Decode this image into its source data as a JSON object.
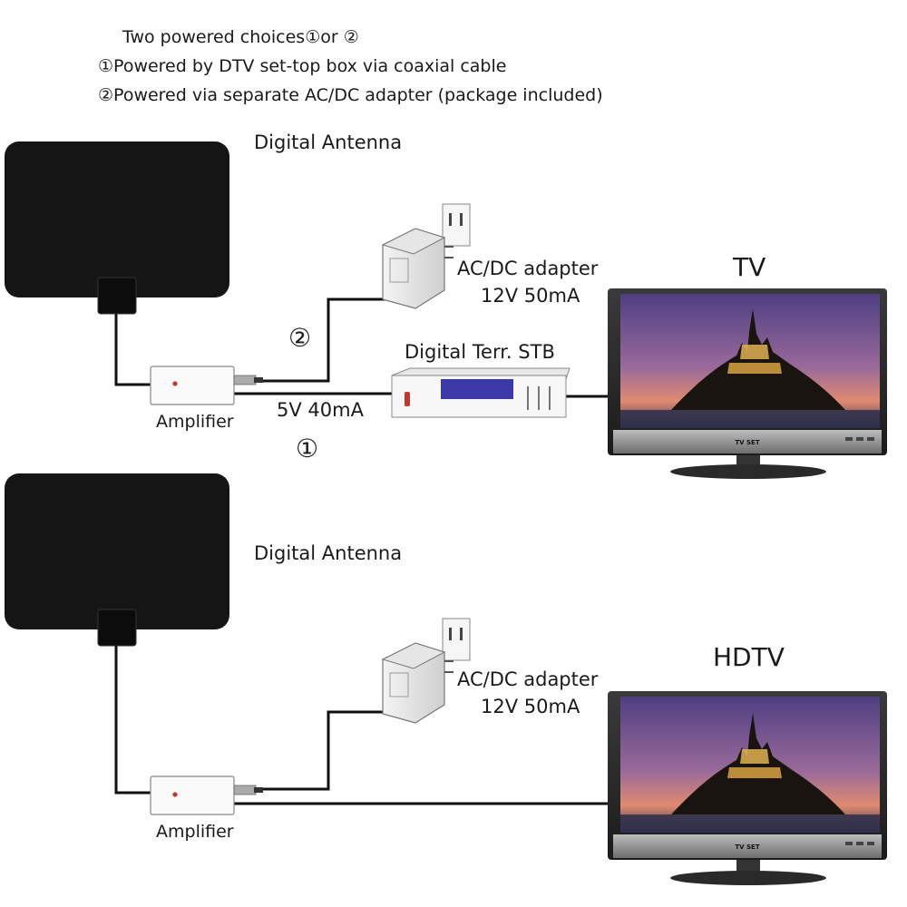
{
  "notes": {
    "line1": "Two powered choices①or ②",
    "line2": "①Powered by DTV set-top box via coaxial cable",
    "line3": "②Powered via separate  AC/DC adapter (package included)"
  },
  "setup_top": {
    "antenna_label": "Digital Antenna",
    "adapter_label_1": "AC/DC adapter",
    "adapter_label_2": "12V 50mA",
    "tv_label": "TV",
    "choice2_marker": "②",
    "stb_label": "Digital Terr. STB",
    "amplifier_label": "Amplifier",
    "power_label": "5V 40mA",
    "choice1_marker": "①",
    "tv_brand": "TV SET"
  },
  "setup_bottom": {
    "antenna_label": "Digital Antenna",
    "adapter_label_1": "AC/DC adapter",
    "adapter_label_2": "12V 50mA",
    "tv_label": "HDTV",
    "amplifier_label": "Amplifier",
    "tv_brand": "TV SET"
  },
  "colors": {
    "antenna": "#151515",
    "cable": "#111111",
    "tv_bezel": "#2a2a2a",
    "sky_top": "#5a4a8c",
    "sky_bottom": "#d98a7a",
    "stb_screen": "#3b3aa8"
  }
}
